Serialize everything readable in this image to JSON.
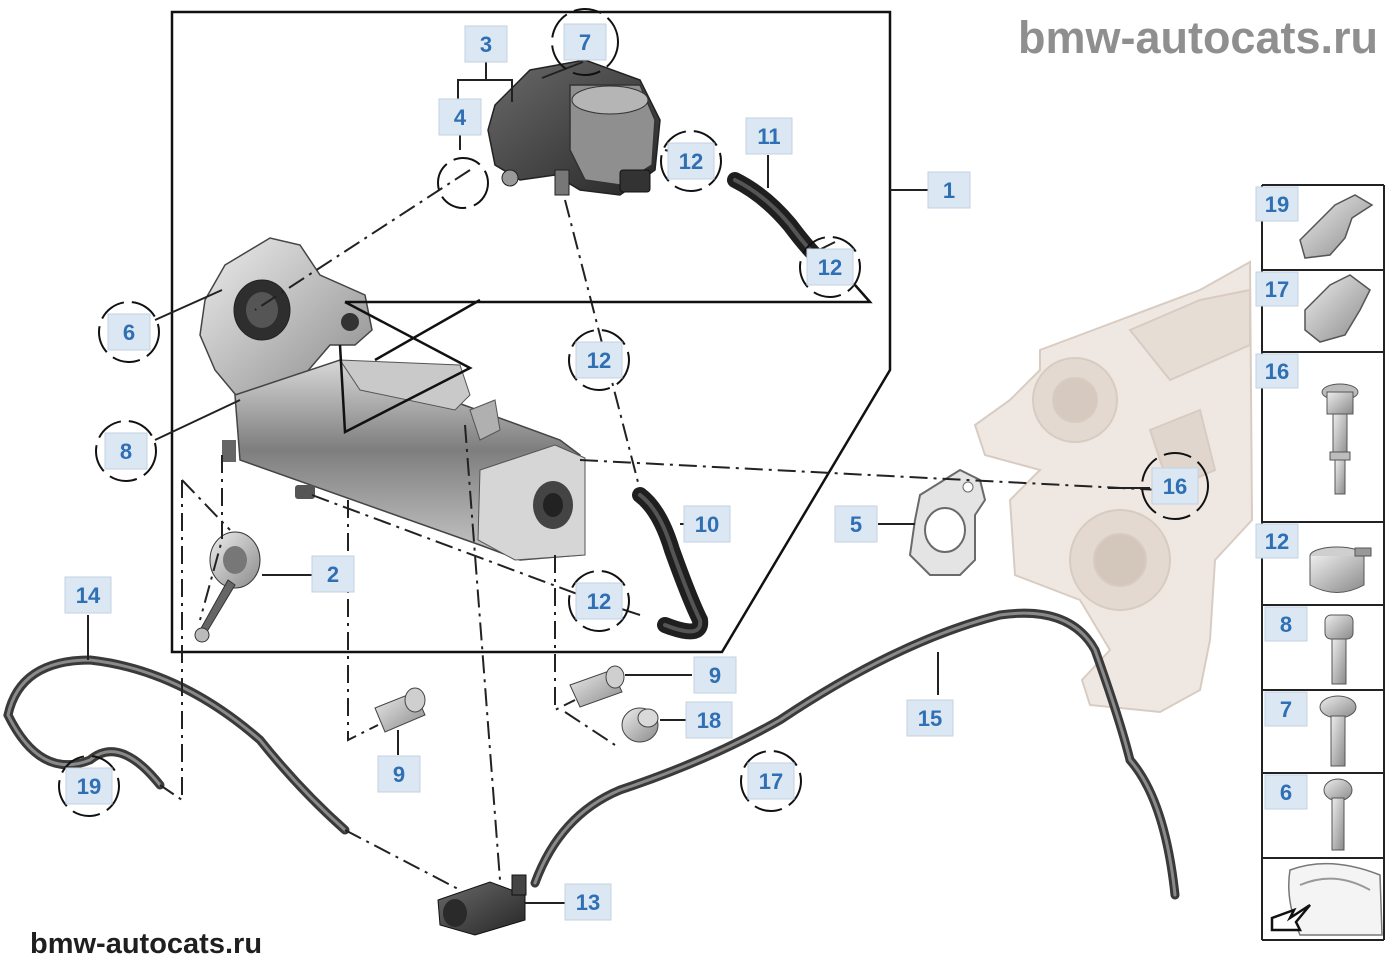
{
  "watermarks": {
    "top": "bmw-autocats.ru",
    "bottom": "bmw-autocats.ru"
  },
  "callouts": {
    "c1": "1",
    "c2": "2",
    "c3": "3",
    "c4": "4",
    "c5": "5",
    "c6": "6",
    "c7": "7",
    "c8": "8",
    "c9a": "9",
    "c9b": "9",
    "c10": "10",
    "c11": "11",
    "c12a": "12",
    "c12b": "12",
    "c12c": "12",
    "c12d": "12",
    "c13": "13",
    "c14": "14",
    "c15": "15",
    "c16": "16",
    "c17": "17",
    "c18": "18",
    "c19": "19"
  },
  "side_panel": {
    "items": [
      "19",
      "17",
      "16",
      "12",
      "8",
      "7",
      "6"
    ]
  },
  "colors": {
    "callout_fill": "#dbe7f3",
    "callout_text": "#2f6fb3",
    "part_metal": "#9a9a9a",
    "part_dark": "#3a3a3a",
    "background_engine": "#efe8e2",
    "watermark": "#8f8f8f"
  }
}
